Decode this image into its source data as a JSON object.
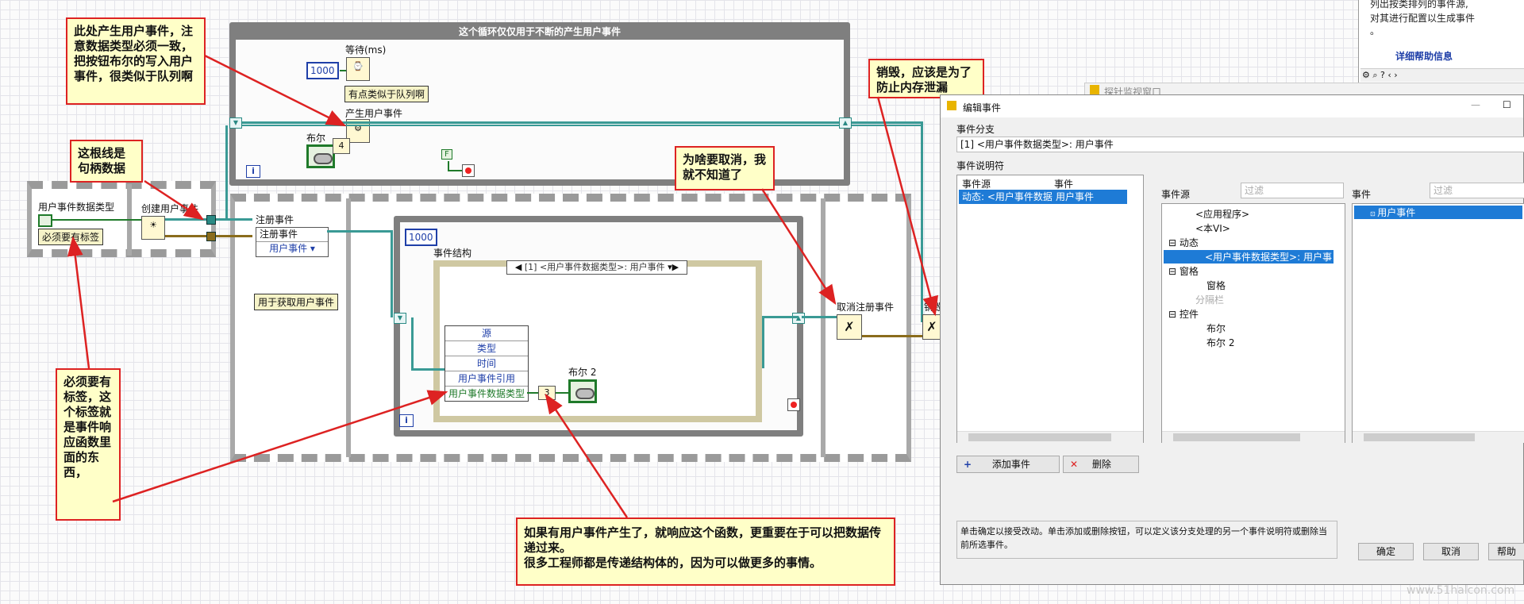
{
  "diagram": {
    "loop_title": "这个循环仅仅用于不断的产生用户事件",
    "wait_label": "等待(ms)",
    "wait_value": "1000",
    "wait_note": "有点类似于队列啊",
    "generate_label": "产生用户事件",
    "bool_label": "布尔",
    "bool_num": "4",
    "false_const": "F",
    "ue_type_label": "用户事件数据类型",
    "must_label": "必须要有标签",
    "create_label": "创建用户事件",
    "register_label": "注册事件",
    "register_node_text": "注册事件",
    "register_item": "用户事件",
    "get_ue_label": "用于获取用户事件",
    "event_timeout": "1000",
    "event_structure_label": "事件结构",
    "event_case": "[1] <用户事件数据类型>: 用户事件",
    "event_data": [
      "源",
      "类型",
      "时间",
      "用户事件引用",
      "用户事件数据类型"
    ],
    "bool2_label": "布尔 2",
    "bool2_num": "3",
    "unregister_label": "取消注册事件",
    "destroy_label": "销毁",
    "iter_i": "i"
  },
  "callouts": {
    "c1": "此处产生用户事件，注意数据类型必须一致，把按钮布尔的写入用户事件，很类似于队列啊",
    "c2": "这根线是句柄数据",
    "c3": "必须要有标签，这个标签就是事件响应函数里面的东西，",
    "c4": "为啥要取消，我就不知道了",
    "c5": "销毁，应该是为了防止内存泄漏",
    "c6a": "如果有用户事件产生了，就响应这个函数，更重要在于可以把数据传递过来。",
    "c6b": "很多工程师都是传递结构体的，因为可以做更多的事情。"
  },
  "help_panel": {
    "line1": "列出按类排列的事件源,",
    "line2": "对其进行配置以生成事件",
    "line3": "。",
    "link": "详细帮助信息"
  },
  "probe_window": {
    "title": "探针监视窗口"
  },
  "dialog": {
    "title": "编辑事件",
    "branch_label": "事件分支",
    "branch_value": "[1] <用户事件数据类型>: 用户事件",
    "specifier_label": "事件说明符",
    "col_source": "事件源",
    "col_event": "事件",
    "row_source": "动态: <用户事件数据",
    "row_event": "用户事件",
    "source_label": "事件源",
    "source_filter": "过滤",
    "event_label": "事件",
    "event_filter": "过滤",
    "tree": [
      "<应用程序>",
      "<本VI>",
      "动态",
      "<用户事件数据类型>: 用户事",
      "窗格",
      "窗格",
      "分隔栏",
      "控件",
      "布尔",
      "布尔 2"
    ],
    "events": [
      "用户事件"
    ],
    "add_btn": "添加事件",
    "delete_btn": "删除",
    "info": "单击确定以接受改动。单击添加或删除按钮，可以定义该分支处理的另一个事件说明符或删除当前所选事件。",
    "ok": "确定",
    "cancel": "取消",
    "help": "帮助"
  },
  "watermark": "www.51halcon.com",
  "colors": {
    "callout_border": "#dd2222",
    "callout_bg": "#ffffc8",
    "selection": "#1e7bd6",
    "ue_wire": "#3a9a95"
  }
}
